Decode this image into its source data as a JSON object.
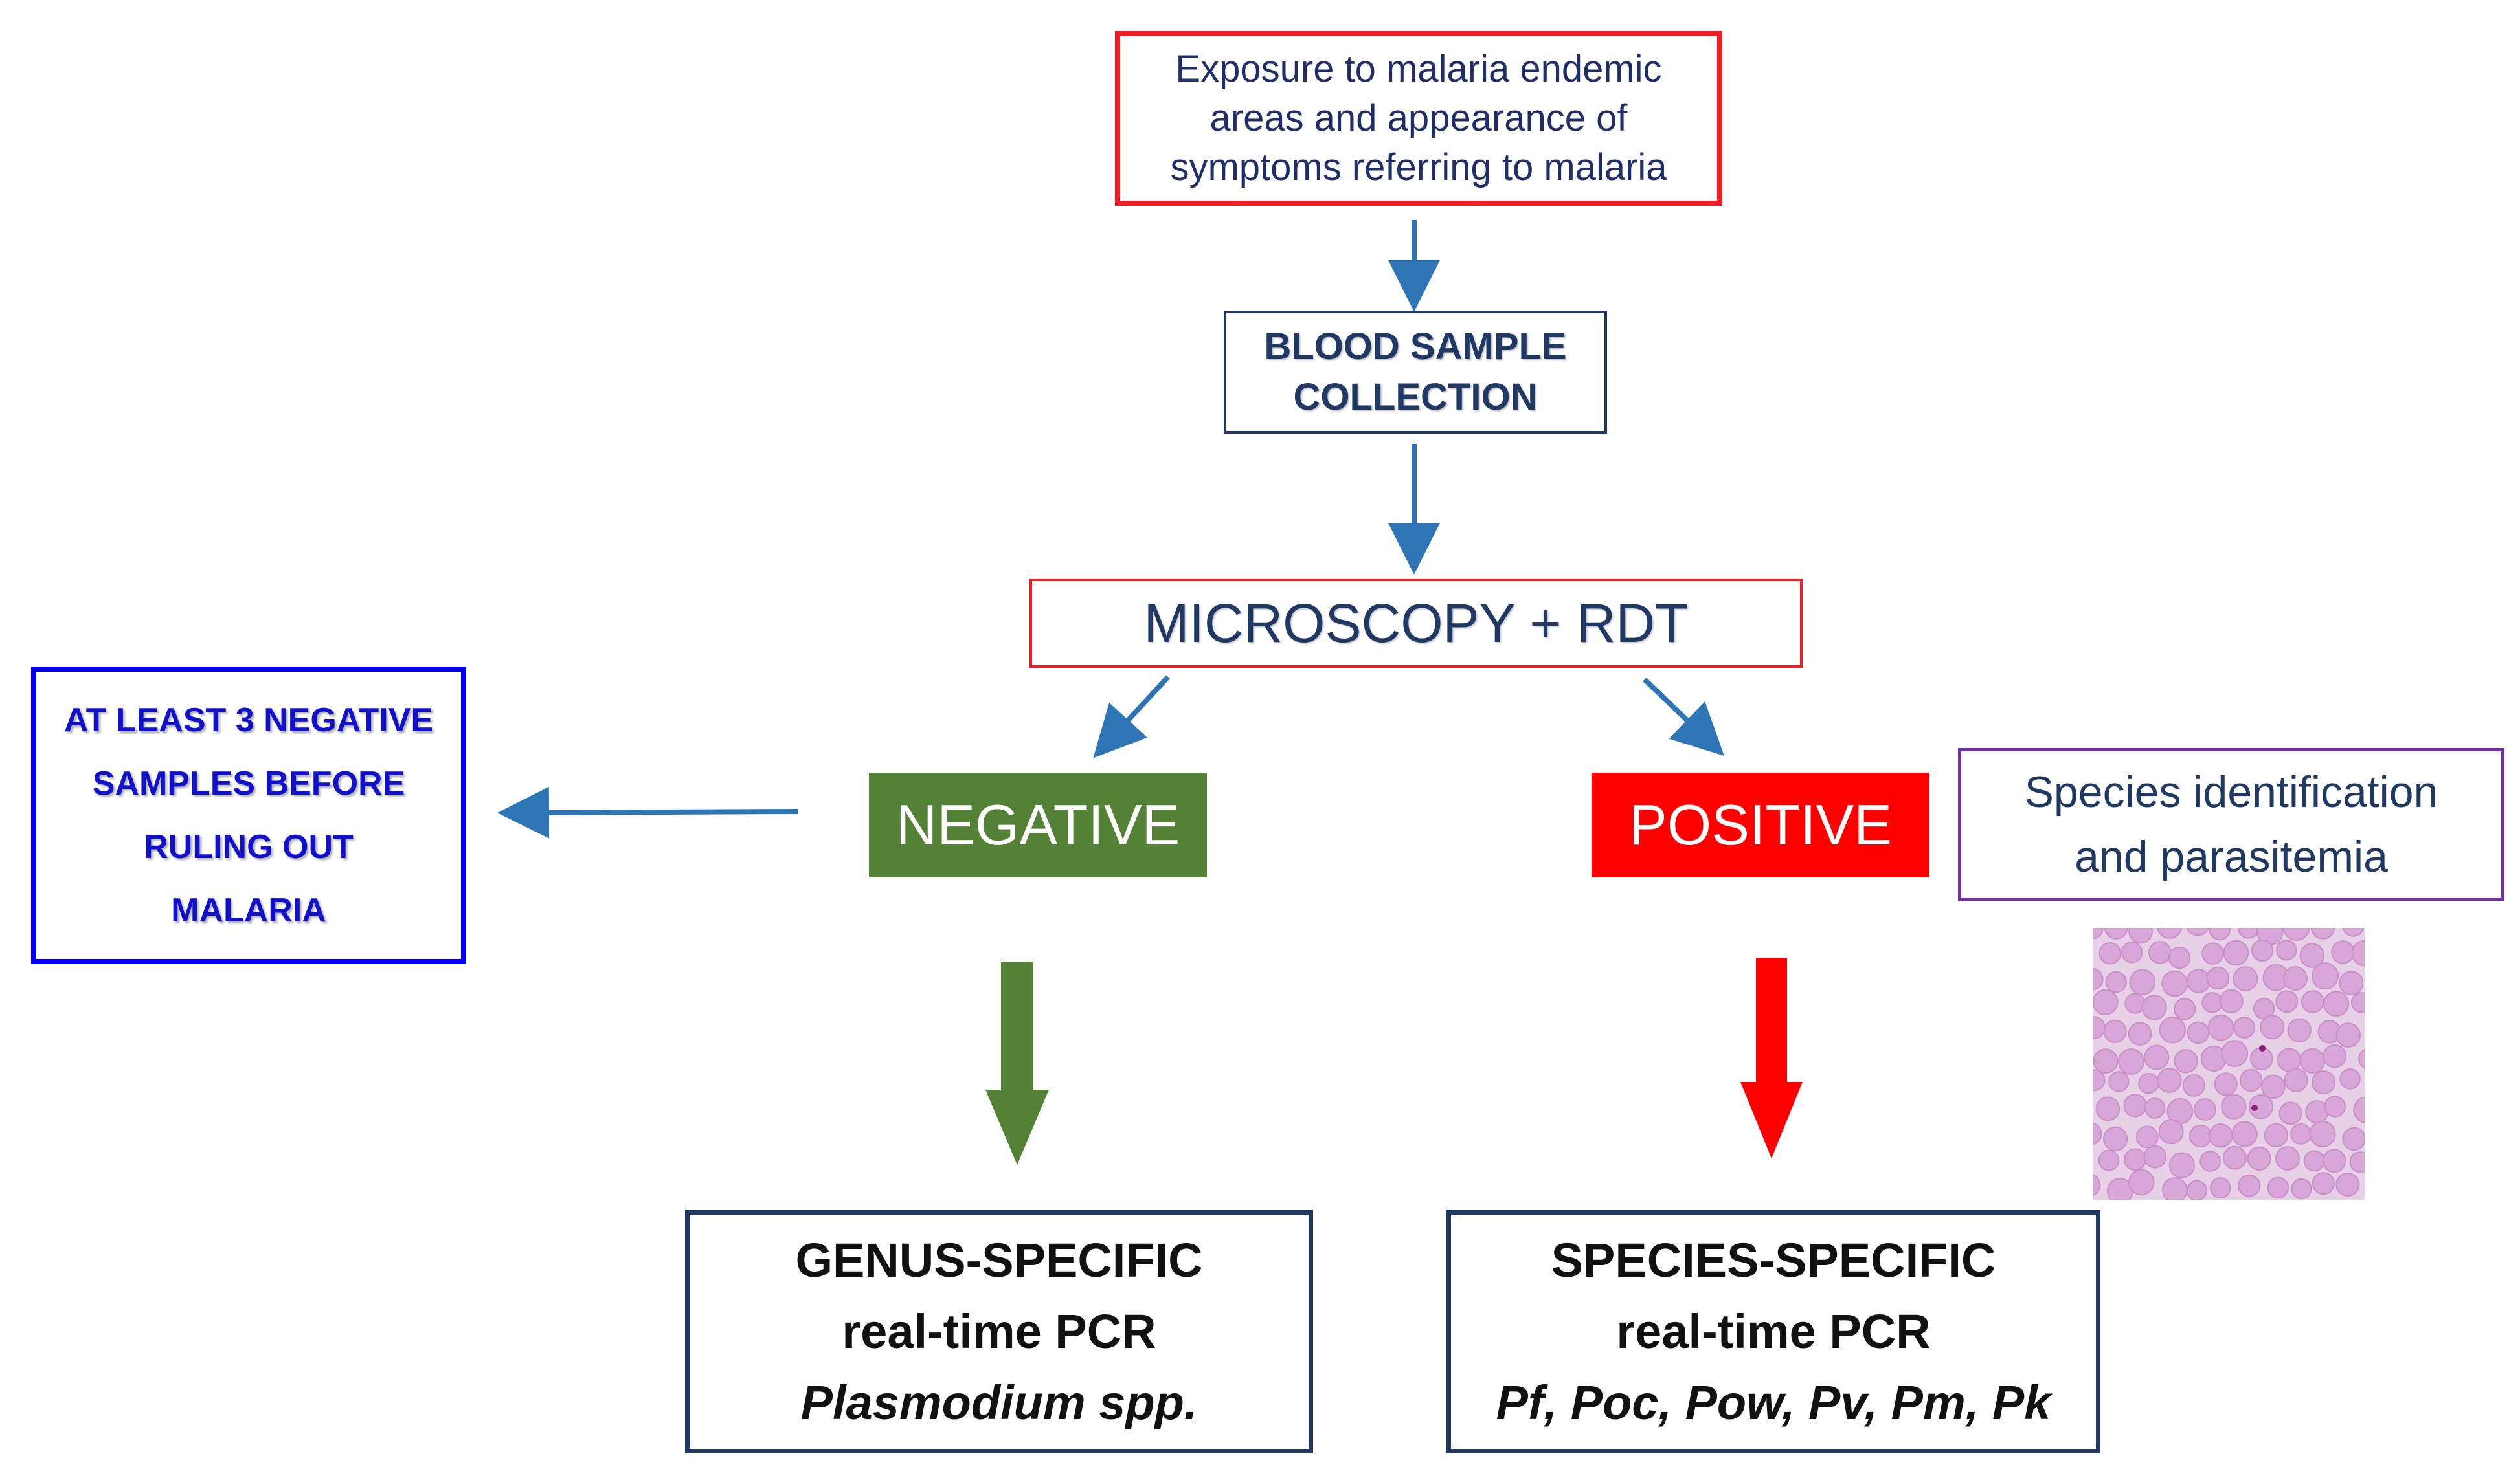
{
  "exposure": {
    "lines": [
      "Exposure to malaria  endemic",
      "areas and appearance of",
      "symptoms referring to malaria"
    ]
  },
  "blood_sample": {
    "lines": [
      "BLOOD SAMPLE",
      "COLLECTION"
    ]
  },
  "microscopy": {
    "label": "MICROSCOPY + RDT"
  },
  "negative": {
    "label": "NEGATIVE",
    "color": "#538135"
  },
  "positive": {
    "label": "POSITIVE",
    "color": "#ff0000"
  },
  "at_least": {
    "lines": [
      "AT LEAST 3 NEGATIVE",
      "SAMPLES BEFORE",
      "RULING OUT",
      "MALARIA"
    ]
  },
  "species_identification": {
    "lines": [
      "Species identification",
      "and parasitemia"
    ]
  },
  "genus_pcr": {
    "line1": "GENUS-SPECIFIC",
    "line2": "real-time PCR",
    "line3": "Plasmodium spp."
  },
  "species_pcr": {
    "line1": "SPECIES-SPECIFIC",
    "line2": "real-time PCR",
    "line3": "Pf, Poc, Pow, Pv, Pm, Pk"
  },
  "colors": {
    "arrow_blue": "#2e75b6",
    "red_border": "#ee1c25",
    "navy_text": "#1f3864",
    "purple_border": "#7030a0",
    "blue_border": "#0000ee"
  }
}
